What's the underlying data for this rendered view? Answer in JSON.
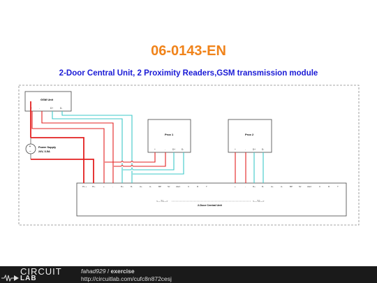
{
  "header": {
    "title": "06-0143-EN",
    "subtitle": "2-Door Central Unit, 2 Proximity Readers,GSM transmission module"
  },
  "diagram": {
    "gsm": {
      "label": "GSM Unit",
      "pins": [
        "+",
        "-",
        "D+",
        "D-"
      ]
    },
    "psu": {
      "label1": "Power Supply",
      "label2": "24V, 3-5A"
    },
    "prox1": {
      "label": "Prox 1",
      "pins": [
        "+",
        "-",
        "D+",
        "D-"
      ]
    },
    "prox2": {
      "label": "Prox 2",
      "pins": [
        "+",
        "-",
        "D+",
        "D-"
      ]
    },
    "central": {
      "label": "2-Door Central Unit",
      "t1": "<---T1--->",
      "t2": "<---T2--->",
      "pins_left": [
        "PL +",
        "PL-",
        "+",
        "-",
        "D+",
        "D-",
        "A+",
        "A-",
        "BP",
        "Sz",
        "Alert",
        "C",
        "R",
        "T"
      ],
      "pins_right": [
        "+",
        "-",
        "D+",
        "D-",
        "A+",
        "A-",
        "BP",
        "Sz",
        "Alert",
        "C",
        "R",
        "T"
      ]
    },
    "colors": {
      "red": "#e32020",
      "cyan": "#3cc8c8",
      "box": "#444444",
      "dash": "#888888"
    }
  },
  "footer": {
    "logo_top": "CIRCUIT",
    "logo_bottom": "LAB",
    "username": "fahad929",
    "separator": " / ",
    "project": "exercise",
    "url": "http://circuitlab.com/cufc8n872cesj"
  }
}
